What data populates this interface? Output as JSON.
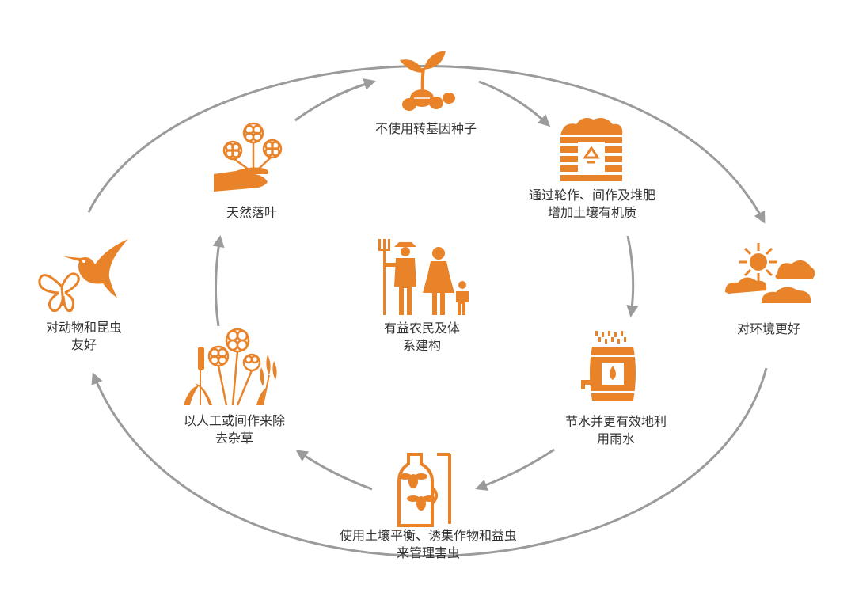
{
  "colors": {
    "accent": "#e8832a",
    "arrow": "#9b9b9b",
    "text": "#333333"
  },
  "nodes": {
    "seeds": {
      "icon": "sprouting-seeds-icon",
      "lines": [
        "不使用转基因种子"
      ]
    },
    "compost": {
      "icon": "compost-bin-icon",
      "lines": [
        "通过轮作、间作及堆肥",
        "增加土壤有机质"
      ]
    },
    "water": {
      "icon": "rain-barrel-icon",
      "lines": [
        "节水并更有效地利",
        "用雨水"
      ]
    },
    "pests": {
      "icon": "insect-trap-bottle-icon",
      "lines": [
        "使用土壤平衡、诱集作物和益虫",
        "来管理害虫"
      ]
    },
    "weeds": {
      "icon": "flowers-and-wheat-icon",
      "lines": [
        "以人工或间作来除",
        "去杂草"
      ]
    },
    "leaves": {
      "icon": "hand-holding-flowers-icon",
      "lines": [
        "天然落叶"
      ]
    },
    "animals": {
      "icon": "hummingbird-butterfly-icon",
      "lines": [
        "对动物和昆虫",
        "友好"
      ]
    },
    "environment": {
      "icon": "sun-and-clouds-icon",
      "lines": [
        "对环境更好"
      ]
    },
    "society": {
      "icon": "farmer-family-icon",
      "lines": [
        "有益农民及体",
        "系建构"
      ]
    }
  }
}
